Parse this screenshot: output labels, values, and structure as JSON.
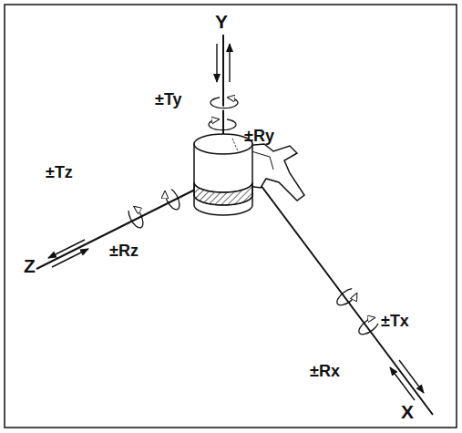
{
  "diagram": {
    "labels": [
      "Y",
      "±Ty",
      "±Ry",
      "±Tz",
      "±Rz",
      "Z",
      "±Tx",
      "±Rx",
      "X"
    ]
  }
}
